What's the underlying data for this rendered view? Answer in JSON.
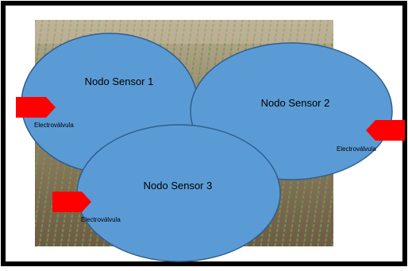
{
  "nodes": [
    {
      "label": "Nodo Sensor 1",
      "valve_label": "Electroválvula"
    },
    {
      "label": "Nodo Sensor 2",
      "valve_label": "Electroválvula"
    },
    {
      "label": "Nodo Sensor 3",
      "valve_label": "Electroválvula"
    }
  ],
  "colors": {
    "ellipse_fill": "#5b9bd5",
    "ellipse_stroke": "#2e5f8f",
    "valve_arrow": "#ff0000",
    "frame": "#000000",
    "soil": "#8c7257",
    "crop_rows": "#6f9a4a"
  },
  "icons": {
    "valve": "red-arrow-icon"
  }
}
